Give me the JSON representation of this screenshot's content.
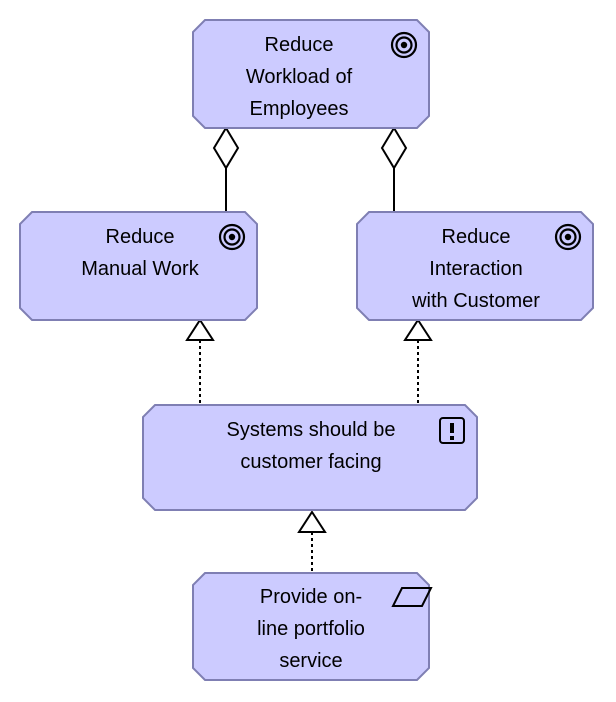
{
  "colors": {
    "node_fill": "#cccbff",
    "node_stroke": "#7f7fb3",
    "line": "#000000",
    "background": "#ffffff"
  },
  "nodes": {
    "goal_top": {
      "type": "goal",
      "icon": "goal-target-icon",
      "lines": [
        "Reduce",
        "Workload of",
        "Employees"
      ]
    },
    "goal_left": {
      "type": "goal",
      "icon": "goal-target-icon",
      "lines": [
        "Reduce",
        "Manual Work"
      ]
    },
    "goal_right": {
      "type": "goal",
      "icon": "goal-target-icon",
      "lines": [
        "Reduce",
        "Interaction",
        "with Customer"
      ]
    },
    "principle": {
      "type": "principle",
      "icon": "principle-exclamation-icon",
      "lines": [
        "Systems should be",
        "customer facing"
      ]
    },
    "requirement": {
      "type": "requirement",
      "icon": "requirement-parallelogram-icon",
      "lines": [
        "Provide on-",
        "line portfolio",
        "service"
      ]
    }
  },
  "edges": [
    {
      "from": "goal_left",
      "to": "goal_top",
      "type": "aggregation"
    },
    {
      "from": "goal_right",
      "to": "goal_top",
      "type": "aggregation"
    },
    {
      "from": "principle",
      "to": "goal_left",
      "type": "realization"
    },
    {
      "from": "principle",
      "to": "goal_right",
      "type": "realization"
    },
    {
      "from": "requirement",
      "to": "principle",
      "type": "realization"
    }
  ]
}
